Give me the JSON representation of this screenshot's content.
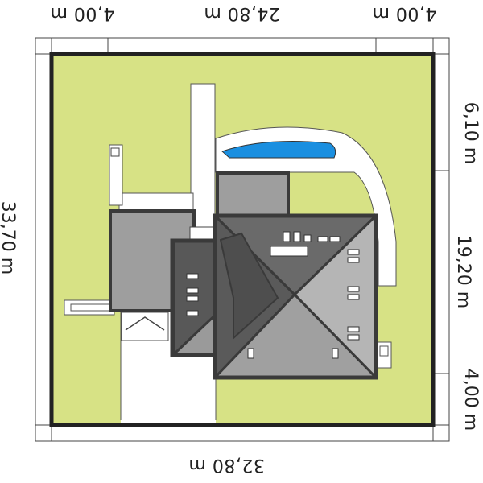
{
  "dimensions": {
    "top_left": "4,00 m",
    "top_center": "24,80 m",
    "top_right": "4,00 m",
    "bottom_total": "32,80 m",
    "left_total": "33,70 m",
    "right_top": "6,10 m",
    "right_middle": "19,20 m",
    "right_bottom": "4,00 m"
  },
  "colors": {
    "plot": "#d7e285",
    "border": "#222222",
    "roof_dark": "#5f5f5f",
    "roof_light": "#a8a8a8",
    "flat_roof": "#9e9e9e",
    "pool": "#1a8fe0",
    "paving": "#ffffff"
  }
}
